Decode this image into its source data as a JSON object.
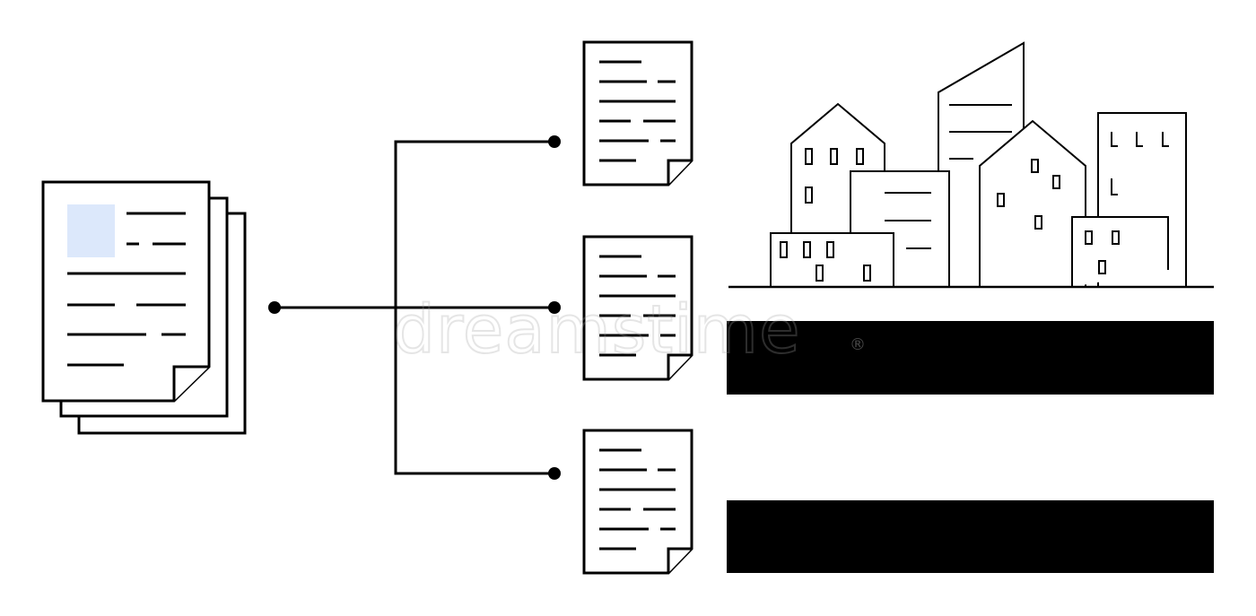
{
  "watermark": {
    "text": "dreamstime",
    "mark": "®"
  },
  "colors": {
    "stroke": "#000000",
    "accent": "#dce8fb",
    "bars": "#000000",
    "background": "#ffffff"
  },
  "icons": {
    "source": "document-stack-icon",
    "outputs": [
      "document-icon",
      "document-icon",
      "document-icon"
    ],
    "scene": "city-buildings-icon"
  },
  "diagram": {
    "branch_count": 3,
    "bar_count": 2
  }
}
